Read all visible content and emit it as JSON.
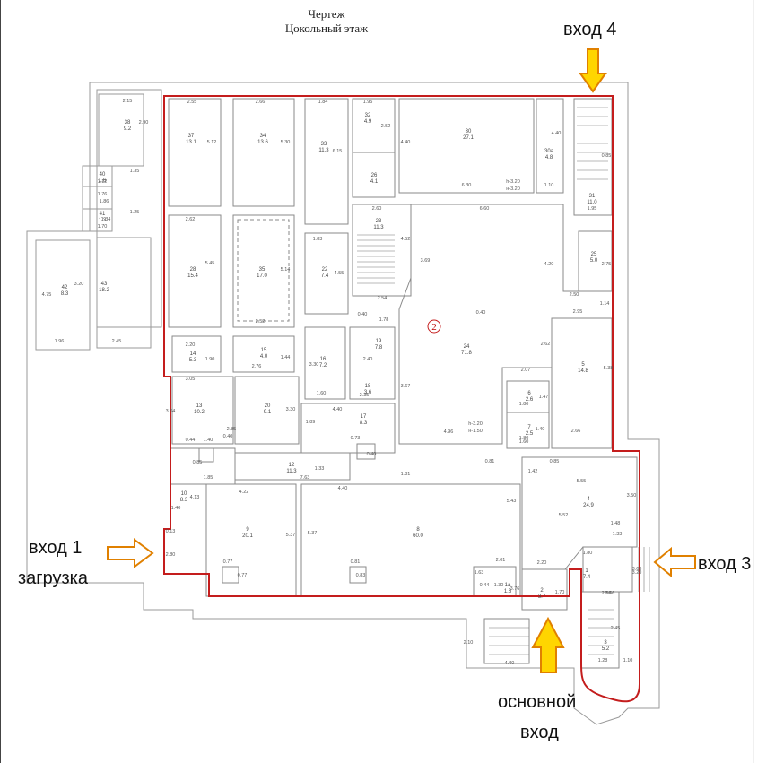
{
  "header": {
    "line1": "Чертеж",
    "line2": "Цокольный этаж"
  },
  "entrances": {
    "entrance1_line1": "вход 1",
    "entrance1_line2": "загрузка",
    "entrance3": "вход 3",
    "entrance4": "вход 4",
    "main_line1": "основной",
    "main_line2": "вход"
  },
  "zone_label": "2",
  "rooms": [
    {
      "id": "38",
      "area": "9.2"
    },
    {
      "id": "37",
      "area": "13.1"
    },
    {
      "id": "34",
      "area": "13.6"
    },
    {
      "id": "33",
      "area": "11.3"
    },
    {
      "id": "32",
      "area": "4.9"
    },
    {
      "id": "30",
      "area": "27.1"
    },
    {
      "id": "30а",
      "area": "4.8"
    },
    {
      "id": "31",
      "area": "11.0"
    },
    {
      "id": "40",
      "area": "1.6"
    },
    {
      "id": "41",
      "area": "1.3"
    },
    {
      "id": "42",
      "area": "8.3"
    },
    {
      "id": "43",
      "area": "18.2"
    },
    {
      "id": "28",
      "area": "15.4"
    },
    {
      "id": "35",
      "area": "17.0"
    },
    {
      "id": "22",
      "area": "7.4"
    },
    {
      "id": "23",
      "area": "11.3"
    },
    {
      "id": "24",
      "area": "71.8"
    },
    {
      "id": "25",
      "area": "5.0"
    },
    {
      "id": "26",
      "area": "4.1"
    },
    {
      "id": "14",
      "area": "5.3"
    },
    {
      "id": "15",
      "area": "4.0"
    },
    {
      "id": "16",
      "area": "7.2"
    },
    {
      "id": "18",
      "area": "3.6"
    },
    {
      "id": "19",
      "area": "7.8"
    },
    {
      "id": "13",
      "area": "10.2"
    },
    {
      "id": "20",
      "area": "9.1"
    },
    {
      "id": "17",
      "area": "8.3"
    },
    {
      "id": "5",
      "area": "14.8"
    },
    {
      "id": "6",
      "area": "2.6"
    },
    {
      "id": "7",
      "area": "2.5"
    },
    {
      "id": "12",
      "area": "11.3"
    },
    {
      "id": "10",
      "area": "8.3"
    },
    {
      "id": "9",
      "area": "20.1"
    },
    {
      "id": "8",
      "area": "60.0"
    },
    {
      "id": "4",
      "area": "24.9"
    },
    {
      "id": "1",
      "area": "7.4"
    },
    {
      "id": "2",
      "area": "3.7"
    },
    {
      "id": "1а",
      "area": "1.6"
    },
    {
      "id": "3",
      "area": "5.2"
    }
  ],
  "notes": [
    {
      "text": "h-3.20"
    },
    {
      "text": "н-3.20"
    },
    {
      "text": "h-3.20"
    },
    {
      "text": "н-1.50"
    }
  ],
  "dims": [
    "2.15",
    "2.90",
    "2.55",
    "5.12",
    "2.66",
    "5.30",
    "1.84",
    "6.15",
    "1.95",
    "2.52",
    "4.40",
    "6.30",
    "1.10",
    "4.40",
    "0.85",
    "1.35",
    "1.12",
    "1.76",
    "1.86",
    "1.34",
    "1.25",
    "1.70",
    "4.75",
    "3.20",
    "1.96",
    "2.45",
    "2.62",
    "5.45",
    "5.14",
    "2.52",
    "4.55",
    "1.83",
    "2.60",
    "4.52",
    "6.60",
    "3.69",
    "4.20",
    "1.95",
    "2.50",
    "2.75",
    "2.95",
    "1.14",
    "2.54",
    "1.78",
    "0.40",
    "0.40",
    "2.20",
    "1.90",
    "1.44",
    "2.76",
    "3.05",
    "3.30",
    "2.62",
    "2.07",
    "5.38",
    "1.80",
    "3.67",
    "1.60",
    "2.40",
    "2.35",
    "3.64",
    "2.85",
    "3.30",
    "4.40",
    "1.89",
    "0.73",
    "4.96",
    "1.80",
    "1.47",
    "1.60",
    "1.40",
    "2.66",
    "0.44",
    "1.40",
    "0.40",
    "0.85",
    "1.85",
    "1.33",
    "7.63",
    "0.40",
    "4.22",
    "4.40",
    "1.81",
    "0.81",
    "1.42",
    "0.85",
    "5.55",
    "3.50",
    "3.60",
    "4.13",
    "1.40",
    "5.37",
    "5.37",
    "5.43",
    "5.52",
    "1.48",
    "1.33",
    "2.66",
    "0.77",
    "0.77",
    "0.81",
    "0.83",
    "1.63",
    "2.01",
    "2.20",
    "1.70",
    "1.80",
    "3.20",
    "2.56",
    "2.45",
    "1.28",
    "1.10",
    "2.10",
    "4.40",
    "0.44",
    "1.30",
    "3.76",
    "0.13",
    "2.80"
  ]
}
